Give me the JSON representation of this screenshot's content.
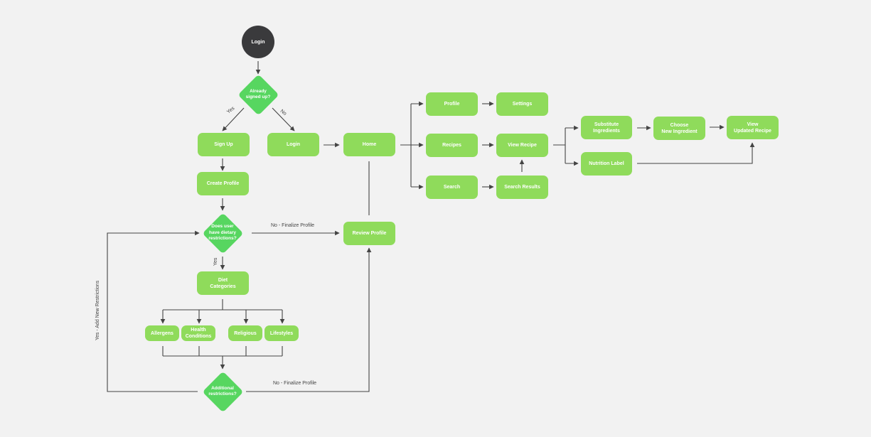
{
  "colors": {
    "background": "#f2f2f2",
    "node_fill": "#8fdb5b",
    "decision_fill": "#57d660",
    "start_fill": "#3a3a3c",
    "line": "#444444",
    "text_on_node": "#ffffff"
  },
  "nodes": {
    "login_start": "Login",
    "already_signed_up": "Already\nsigned up?",
    "sign_up": "Sign Up",
    "login": "Login",
    "create_profile": "Create Profile",
    "dietary_restrictions": "Does user\nhave dietary\nrestrictions?",
    "diet_categories": "Diet\nCategories",
    "allergens": "Allergens",
    "health_conditions": "Health\nConditions",
    "religious": "Religious",
    "lifestyles": "Lifestyles",
    "additional_restrictions": "Additional\nrestrictions?",
    "review_profile": "Review Profile",
    "home": "Home",
    "profile": "Profile",
    "settings": "Settings",
    "recipes": "Recipes",
    "view_recipe": "View Recipe",
    "search": "Search",
    "search_results": "Search Results",
    "substitute_ingredients": "Substitute\nIngredients",
    "choose_new_ingredient": "Choose\nNew Ingredient",
    "view_updated_recipe": "View\nUpdated Recipe",
    "nutrition_label": "Nutrition Label"
  },
  "edge_labels": {
    "yes_signup": "Yes",
    "no_login": "No",
    "no_finalize_1": "No - Finalize Profile",
    "yes_diet": "Yes",
    "no_finalize_2": "No - Finalize Profile",
    "yes_add_new": "Yes - Add New Restrictions"
  }
}
